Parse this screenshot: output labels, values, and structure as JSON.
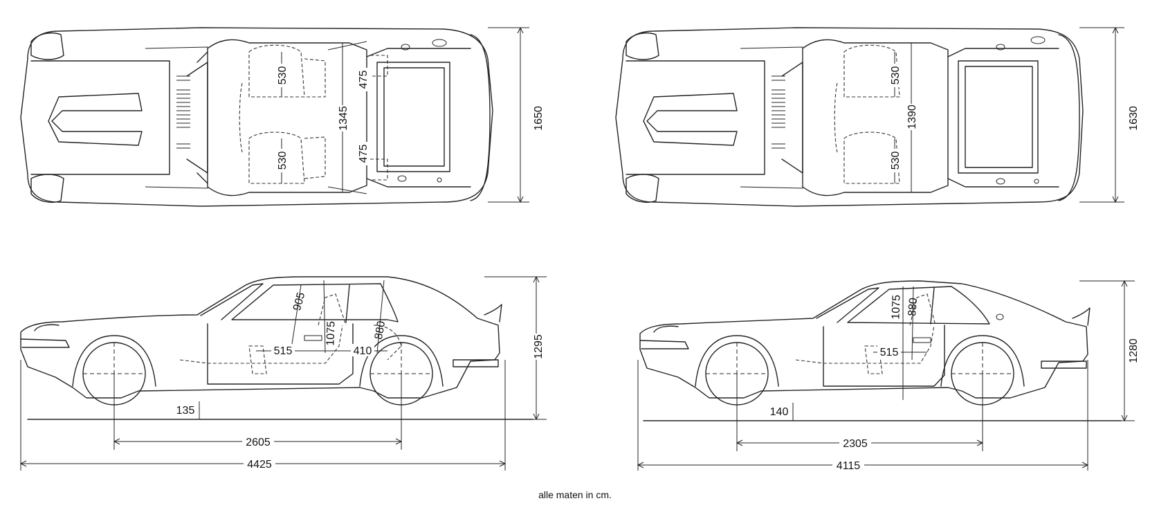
{
  "caption": "alle maten in cm.",
  "left_car": {
    "top_view": {
      "overall_width": "1650",
      "seat_width_front": "530",
      "seat_width_rear": "530",
      "seat_spacing_upper": "475",
      "seat_spacing_lower": "475",
      "interior_width": "1345"
    },
    "side_view": {
      "overall_height": "1295",
      "headroom": "905",
      "seat_to_roof": "1075",
      "rear_headroom": "880",
      "seat_depth": "515",
      "rear_seat_depth": "410",
      "ground_clearance": "135",
      "wheelbase": "2605",
      "overall_length": "4425"
    }
  },
  "right_car": {
    "top_view": {
      "overall_width": "1630",
      "seat_width_front": "530",
      "seat_width_rear": "530",
      "interior_width": "1390"
    },
    "side_view": {
      "overall_height": "1280",
      "seat_to_roof": "1075",
      "rear_headroom": "880",
      "seat_depth": "515",
      "ground_clearance": "140",
      "wheelbase": "2305",
      "overall_length": "4115"
    }
  }
}
